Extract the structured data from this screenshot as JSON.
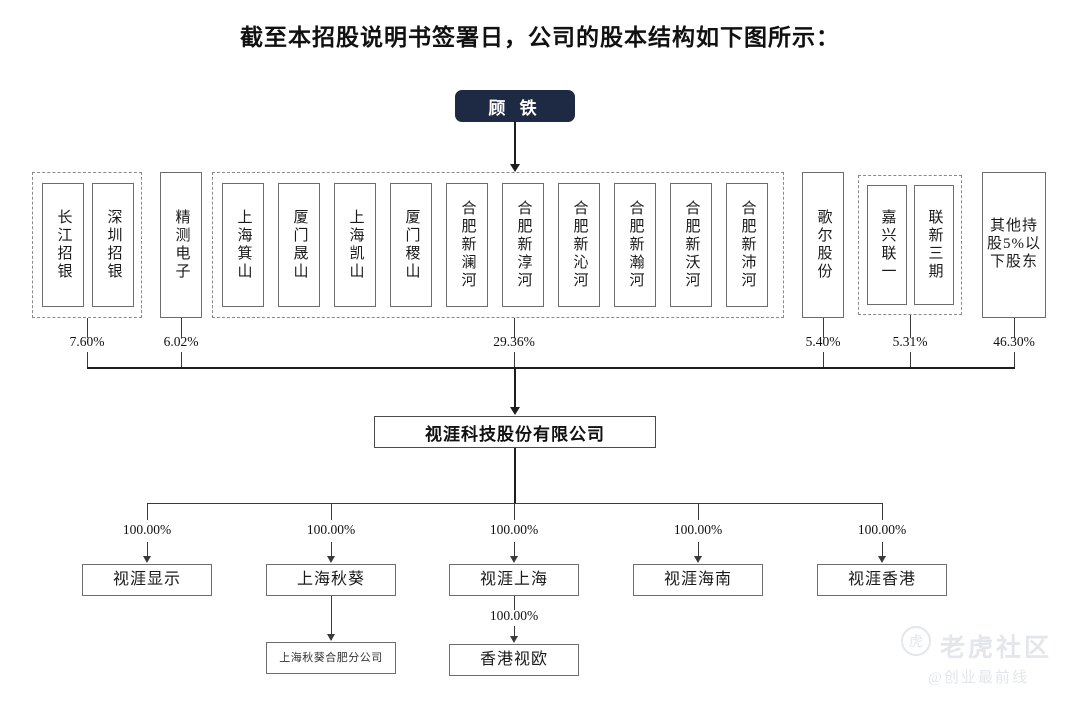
{
  "title": "截至本招股说明书签署日，公司的股本结构如下图所示：",
  "controller": {
    "label": "顾 铁"
  },
  "issuer": {
    "label": "视涯科技股份有限公司"
  },
  "shareholder_groups": [
    {
      "name": "group-zhaoyin",
      "dashed": true,
      "percent": "7.60%",
      "members": [
        {
          "label": "长江招银",
          "orientation": "vertical"
        },
        {
          "label": "深圳招银",
          "orientation": "vertical"
        }
      ]
    },
    {
      "name": "group-jingce",
      "dashed": false,
      "percent": "6.02%",
      "members": [
        {
          "label": "精测电子",
          "orientation": "vertical"
        }
      ]
    },
    {
      "name": "group-controller-platforms",
      "dashed": true,
      "percent": "29.36%",
      "members": [
        {
          "label": "上海箕山",
          "orientation": "vertical"
        },
        {
          "label": "厦门晟山",
          "orientation": "vertical"
        },
        {
          "label": "上海凯山",
          "orientation": "vertical"
        },
        {
          "label": "厦门稷山",
          "orientation": "vertical"
        },
        {
          "label": "合肥新澜河",
          "orientation": "vertical"
        },
        {
          "label": "合肥新淳河",
          "orientation": "vertical"
        },
        {
          "label": "合肥新沁河",
          "orientation": "vertical"
        },
        {
          "label": "合肥新瀚河",
          "orientation": "vertical"
        },
        {
          "label": "合肥新沃河",
          "orientation": "vertical"
        },
        {
          "label": "合肥新沛河",
          "orientation": "vertical"
        }
      ]
    },
    {
      "name": "group-goertek",
      "dashed": false,
      "percent": "5.40%",
      "members": [
        {
          "label": "歌尔股份",
          "orientation": "vertical"
        }
      ]
    },
    {
      "name": "group-lianyi",
      "dashed": true,
      "percent": "5.31%",
      "members": [
        {
          "label": "嘉兴联一",
          "orientation": "vertical"
        },
        {
          "label": "联新三期",
          "orientation": "vertical"
        }
      ]
    },
    {
      "name": "group-others",
      "dashed": false,
      "percent": "46.30%",
      "members": [
        {
          "label": "其他持股5%以下股东",
          "orientation": "wrapped"
        }
      ]
    }
  ],
  "subsidiaries": [
    {
      "label": "视涯显示",
      "percent": "100.00%"
    },
    {
      "label": "上海秋葵",
      "percent": "100.00%"
    },
    {
      "label": "视涯上海",
      "percent": "100.00%"
    },
    {
      "label": "视涯海南",
      "percent": "100.00%"
    },
    {
      "label": "视涯香港",
      "percent": "100.00%"
    }
  ],
  "second_level": [
    {
      "label": "上海秋葵合肥分公司",
      "percent": "",
      "parent": "上海秋葵"
    },
    {
      "label": "香港视欧",
      "percent": "100.00%",
      "parent": "视涯上海"
    }
  ],
  "watermark": {
    "brand": "老虎社区",
    "handle": "@创业最前线",
    "logo_glyph": "虎"
  }
}
